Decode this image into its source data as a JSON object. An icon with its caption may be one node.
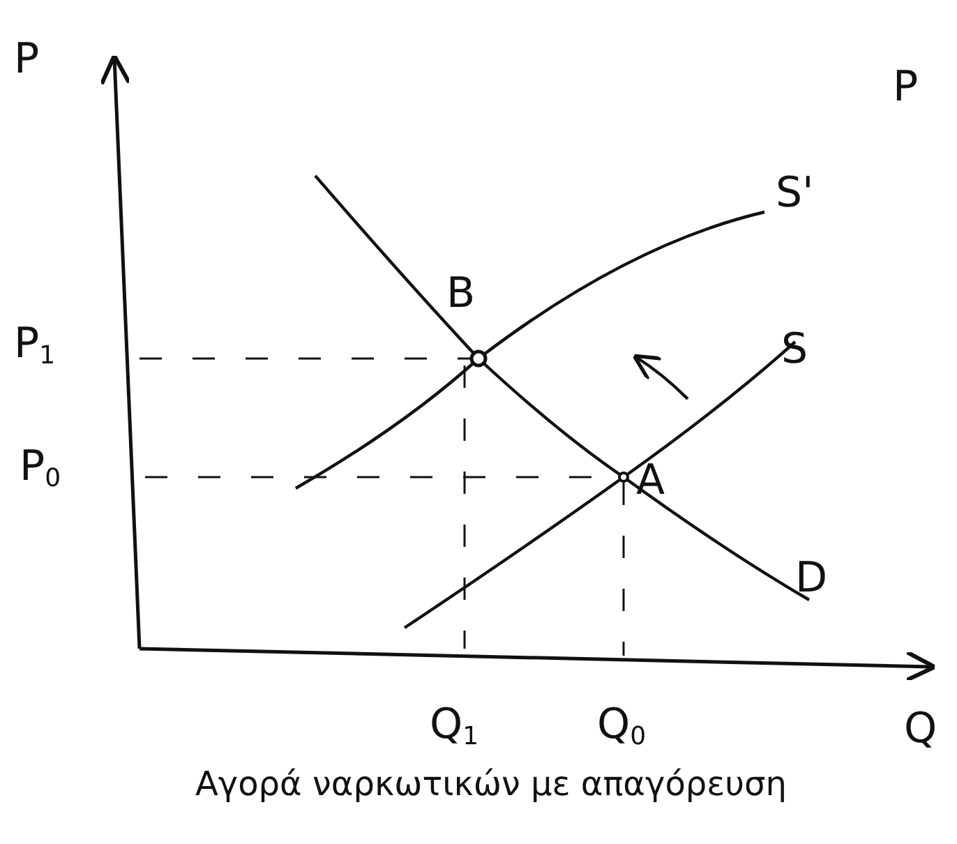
{
  "diagram": {
    "caption": "Αγορά ναρκωτικών με απαγόρευση",
    "labels": [
      "P",
      "P",
      "P$_{1}$",
      "B",
      "S'",
      "S",
      "P$_{0}$",
      "A",
      "D",
      "Q$_{1}$",
      "Q$_{0}$",
      "Q"
    ]
  }
}
